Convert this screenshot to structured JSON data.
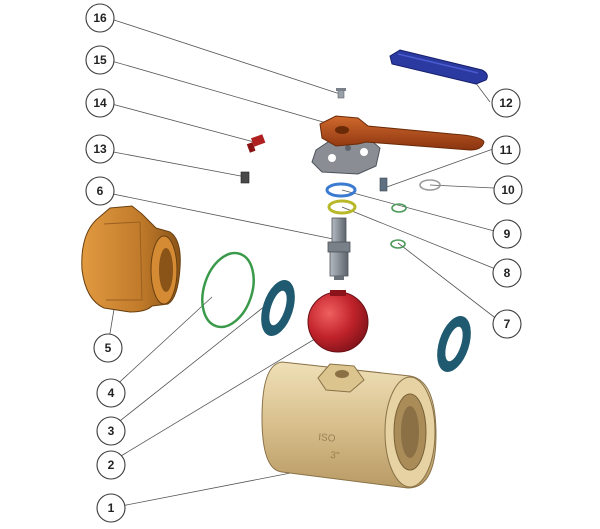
{
  "diagram": {
    "parts": [
      {
        "id": "1",
        "label": "1"
      },
      {
        "id": "2",
        "label": "2"
      },
      {
        "id": "3",
        "label": "3"
      },
      {
        "id": "4",
        "label": "4"
      },
      {
        "id": "5",
        "label": "5"
      },
      {
        "id": "6",
        "label": "6"
      },
      {
        "id": "7",
        "label": "7"
      },
      {
        "id": "8",
        "label": "8"
      },
      {
        "id": "9",
        "label": "9"
      },
      {
        "id": "10",
        "label": "10"
      },
      {
        "id": "11",
        "label": "11"
      },
      {
        "id": "12",
        "label": "12"
      },
      {
        "id": "13",
        "label": "13"
      },
      {
        "id": "14",
        "label": "14"
      },
      {
        "id": "15",
        "label": "15"
      },
      {
        "id": "16",
        "label": "16"
      }
    ],
    "body_marking": {
      "line1": "ISO",
      "line2": "3\""
    },
    "colors": {
      "body": "#d8bf8c",
      "end_connector": "#c07a2a",
      "body_seal": "#2a6f8a",
      "outer_oring": "#3a9a4a",
      "ball": "#c0222a",
      "stem": "#8a9098",
      "small_oring_green": "#4a9a5a",
      "oring_yellow": "#b8b828",
      "oring_blue": "#3a7ad0",
      "ring_gray": "#9a9a9a",
      "handle": "#b04a1a",
      "handle_grip": "#2a3aa0",
      "stop_plate": "#8a8e94",
      "bolt_red": "#b02020"
    }
  }
}
